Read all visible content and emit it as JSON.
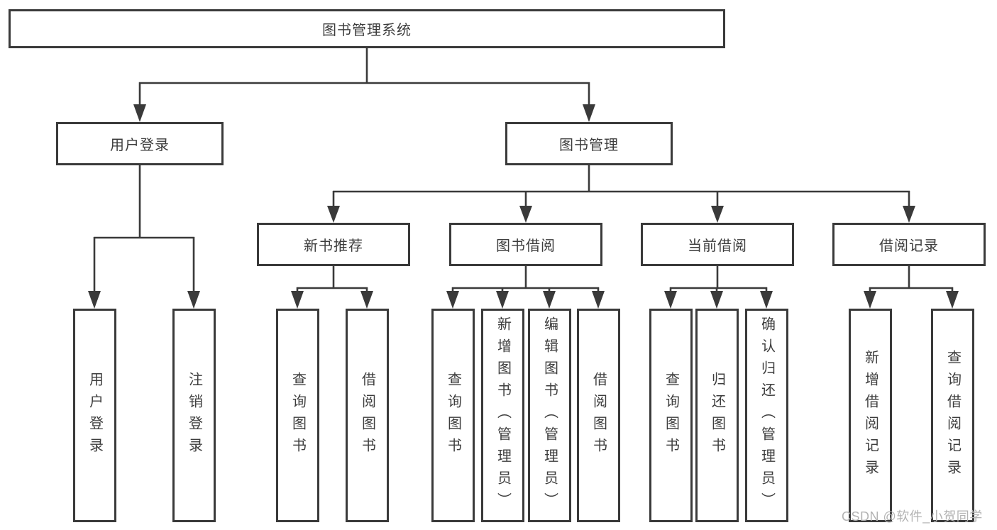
{
  "colors": {
    "line": "#3a3a3a",
    "text": "#3d3d3d",
    "box_bg": "#ffffff",
    "background": "#ffffff",
    "watermark": "#b3b3b3"
  },
  "tree": {
    "root": "图书管理系统",
    "level2": [
      {
        "label": "用户登录"
      },
      {
        "label": "图书管理"
      }
    ],
    "level3": [
      {
        "label": "新书推荐"
      },
      {
        "label": "图书借阅"
      },
      {
        "label": "当前借阅"
      },
      {
        "label": "借阅记录"
      }
    ],
    "leaves": {
      "user_login": [
        "用户登录",
        "注销登录"
      ],
      "new_books": [
        "查询图书",
        "借阅图书"
      ],
      "book_borrow": [
        "查询图书",
        "新增图书（管理员）",
        "编辑图书（管理员）",
        "借阅图书"
      ],
      "current_borrow": [
        "查询图书",
        "归还图书",
        "确认归还（管理员）"
      ],
      "borrow_records": [
        "新增借阅记录",
        "查询借阅记录"
      ]
    }
  },
  "watermark": "CSDN @软件_小贺同学"
}
